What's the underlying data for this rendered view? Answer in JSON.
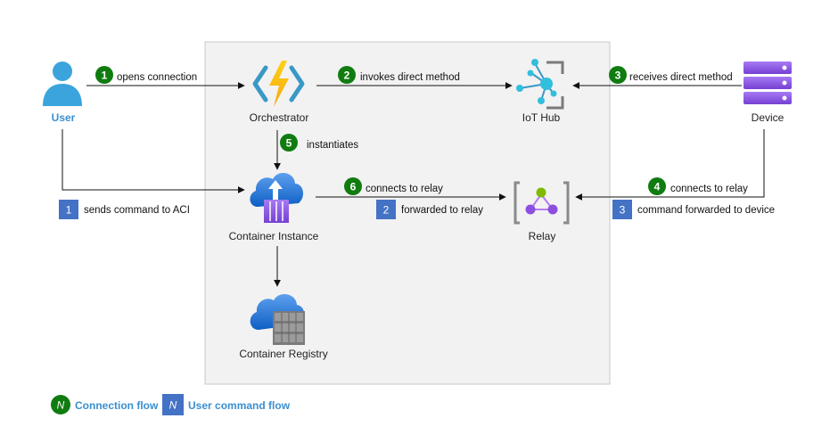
{
  "nodes": {
    "user": "User",
    "orchestrator": "Orchestrator",
    "iot_hub": "IoT Hub",
    "device": "Device",
    "container_instance": "Container Instance",
    "relay": "Relay",
    "container_registry": "Container Registry"
  },
  "connection_flow": [
    {
      "num": "1",
      "label": "opens connection"
    },
    {
      "num": "2",
      "label": "invokes direct method"
    },
    {
      "num": "3",
      "label": "receives direct method"
    },
    {
      "num": "4",
      "label": "connects to relay"
    },
    {
      "num": "5",
      "label": "instantiates"
    },
    {
      "num": "6",
      "label": "connects to relay"
    }
  ],
  "command_flow": [
    {
      "num": "1",
      "label": "sends command to ACI"
    },
    {
      "num": "2",
      "label": "forwarded to relay"
    },
    {
      "num": "3",
      "label": "command forwarded to device"
    }
  ],
  "legend": {
    "connection_symbol": "N",
    "connection_label": "Connection flow",
    "command_symbol": "N",
    "command_label": "User command flow"
  },
  "colors": {
    "connection_badge": "#107c10",
    "command_badge": "#4472c4",
    "label_blue": "#3a8fd0",
    "boundary_fill": "#f2f2f2"
  },
  "icons": {
    "user": "user-person-icon",
    "orchestrator": "azure-function-icon",
    "iot_hub": "iot-hub-icon",
    "device": "server-device-icon",
    "container_instance": "container-instance-icon",
    "relay": "relay-icon",
    "container_registry": "container-registry-icon"
  }
}
